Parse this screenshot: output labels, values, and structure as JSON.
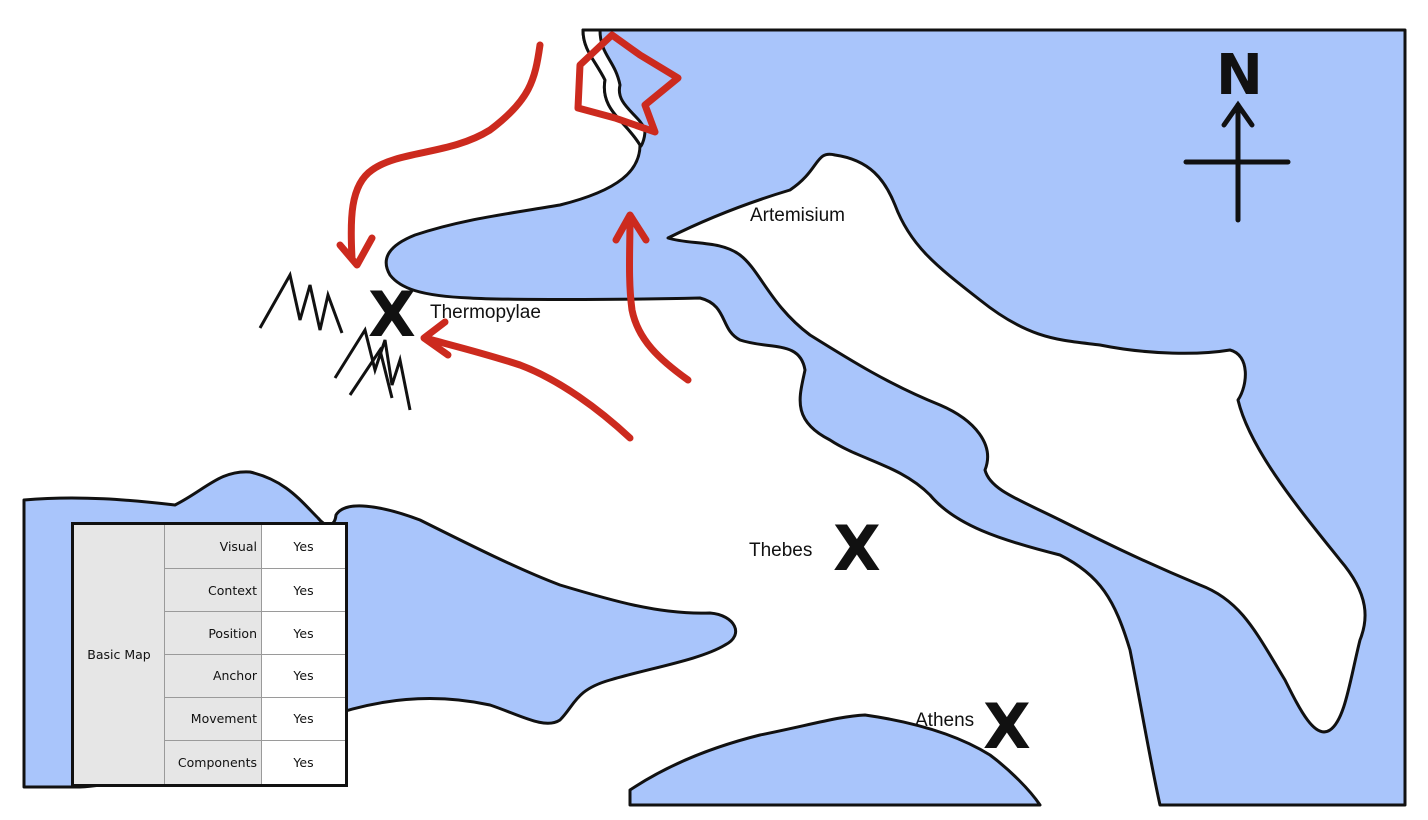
{
  "map": {
    "water_color": "#a9c5fb",
    "arrow_color": "#cc2a1e",
    "places": {
      "thermopylae": "Thermopylae",
      "artemisium": "Artemisium",
      "thebes": "Thebes",
      "athens": "Athens"
    },
    "marker_glyph": "X",
    "compass_label": "N"
  },
  "legend": {
    "group_label": "Basic Map",
    "rows": [
      {
        "criterion": "Visual",
        "value": "Yes"
      },
      {
        "criterion": "Context",
        "value": "Yes"
      },
      {
        "criterion": "Position",
        "value": "Yes"
      },
      {
        "criterion": "Anchor",
        "value": "Yes"
      },
      {
        "criterion": "Movement",
        "value": "Yes"
      },
      {
        "criterion": "Components",
        "value": "Yes"
      }
    ]
  }
}
